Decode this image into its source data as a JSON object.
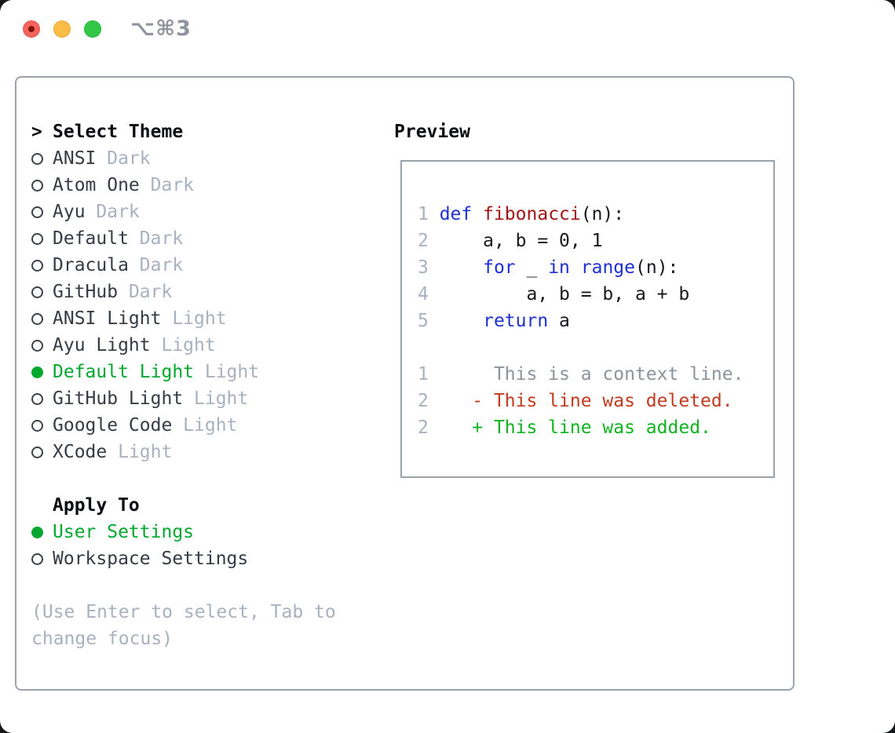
{
  "window": {
    "hotkey": "⌥⌘3"
  },
  "theme_panel": {
    "header": {
      "cursor": ">",
      "label": "Select Theme"
    },
    "themes": [
      {
        "name": "ANSI",
        "tag": "Dark",
        "selected": false
      },
      {
        "name": "Atom One",
        "tag": "Dark",
        "selected": false
      },
      {
        "name": "Ayu",
        "tag": "Dark",
        "selected": false
      },
      {
        "name": "Default",
        "tag": "Dark",
        "selected": false
      },
      {
        "name": "Dracula",
        "tag": "Dark",
        "selected": false
      },
      {
        "name": "GitHub",
        "tag": "Dark",
        "selected": false
      },
      {
        "name": "ANSI Light",
        "tag": "Light",
        "selected": false
      },
      {
        "name": "Ayu Light",
        "tag": "Light",
        "selected": false
      },
      {
        "name": "Default Light",
        "tag": "Light",
        "selected": true
      },
      {
        "name": "GitHub Light",
        "tag": "Light",
        "selected": false
      },
      {
        "name": "Google Code",
        "tag": "Light",
        "selected": false
      },
      {
        "name": "XCode",
        "tag": "Light",
        "selected": false
      }
    ],
    "apply_to": {
      "label": "Apply To",
      "options": [
        {
          "name": "User Settings",
          "selected": true
        },
        {
          "name": "Workspace Settings",
          "selected": false
        }
      ]
    },
    "help": [
      "(Use Enter to select, Tab to",
      "change focus)"
    ]
  },
  "preview": {
    "label": "Preview",
    "lines": [
      {
        "num": "1",
        "tokens": [
          {
            "text": "def",
            "style": "kw"
          },
          {
            "text": " ",
            "style": "plain"
          },
          {
            "text": "fibonacci",
            "style": "fn"
          },
          {
            "text": "(n):",
            "style": "plain"
          }
        ]
      },
      {
        "num": "2",
        "tokens": [
          {
            "text": "    a, b = 0, 1",
            "style": "plain"
          }
        ]
      },
      {
        "num": "3",
        "tokens": [
          {
            "text": "    ",
            "style": "plain"
          },
          {
            "text": "for",
            "style": "kw"
          },
          {
            "text": " _ ",
            "style": "plain"
          },
          {
            "text": "in",
            "style": "kw"
          },
          {
            "text": " ",
            "style": "plain"
          },
          {
            "text": "range",
            "style": "kw"
          },
          {
            "text": "(n):",
            "style": "plain"
          }
        ]
      },
      {
        "num": "4",
        "tokens": [
          {
            "text": "        a, b = b, a + b",
            "style": "plain"
          }
        ]
      },
      {
        "num": "5",
        "tokens": [
          {
            "text": "    ",
            "style": "plain"
          },
          {
            "text": "return",
            "style": "kw"
          },
          {
            "text": " a",
            "style": "plain"
          }
        ]
      },
      {
        "num": "",
        "tokens": []
      },
      {
        "num": "1",
        "tokens": [
          {
            "text": "     This is a context line.",
            "style": "ctx"
          }
        ]
      },
      {
        "num": "2",
        "tokens": [
          {
            "text": "   - This line was deleted.",
            "style": "del"
          }
        ]
      },
      {
        "num": "2",
        "tokens": [
          {
            "text": "   + This line was added.",
            "style": "add"
          }
        ]
      }
    ]
  },
  "colors": {
    "accent_green": "#00a72e",
    "muted_gray": "#a8b1bf",
    "name_gray": "#343b45",
    "panel_border": "#9aa3ae",
    "keyword_blue": "#1c30d6",
    "function_red": "#a31414",
    "deleted_red": "#c43a1e",
    "added_green": "#0fb31f",
    "context_gray": "#8b939c",
    "traffic_red": "#f4645c",
    "traffic_yellow": "#f9bd45",
    "traffic_green": "#33c748"
  }
}
